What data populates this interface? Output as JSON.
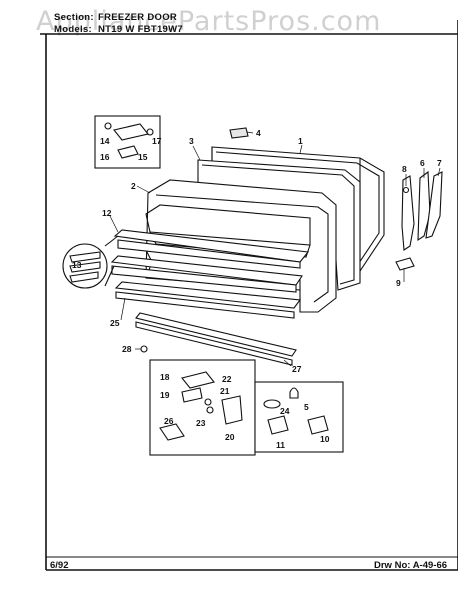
{
  "watermark": "AppliancePartsPros.com",
  "header": {
    "section_label": "Section:",
    "section_value": "FREEZER DOOR",
    "models_label": "Models:",
    "models_value": "NT19 W  FBT19W7"
  },
  "footer": {
    "date": "6/92",
    "drawing_no": "Drw No: A-49-66"
  },
  "callouts": [
    "1",
    "2",
    "3",
    "4",
    "5",
    "6",
    "7",
    "8",
    "9",
    "10",
    "11",
    "12",
    "13",
    "14",
    "15",
    "16",
    "17",
    "18",
    "19",
    "20",
    "21",
    "22",
    "23",
    "24",
    "25",
    "26",
    "27",
    "28"
  ]
}
